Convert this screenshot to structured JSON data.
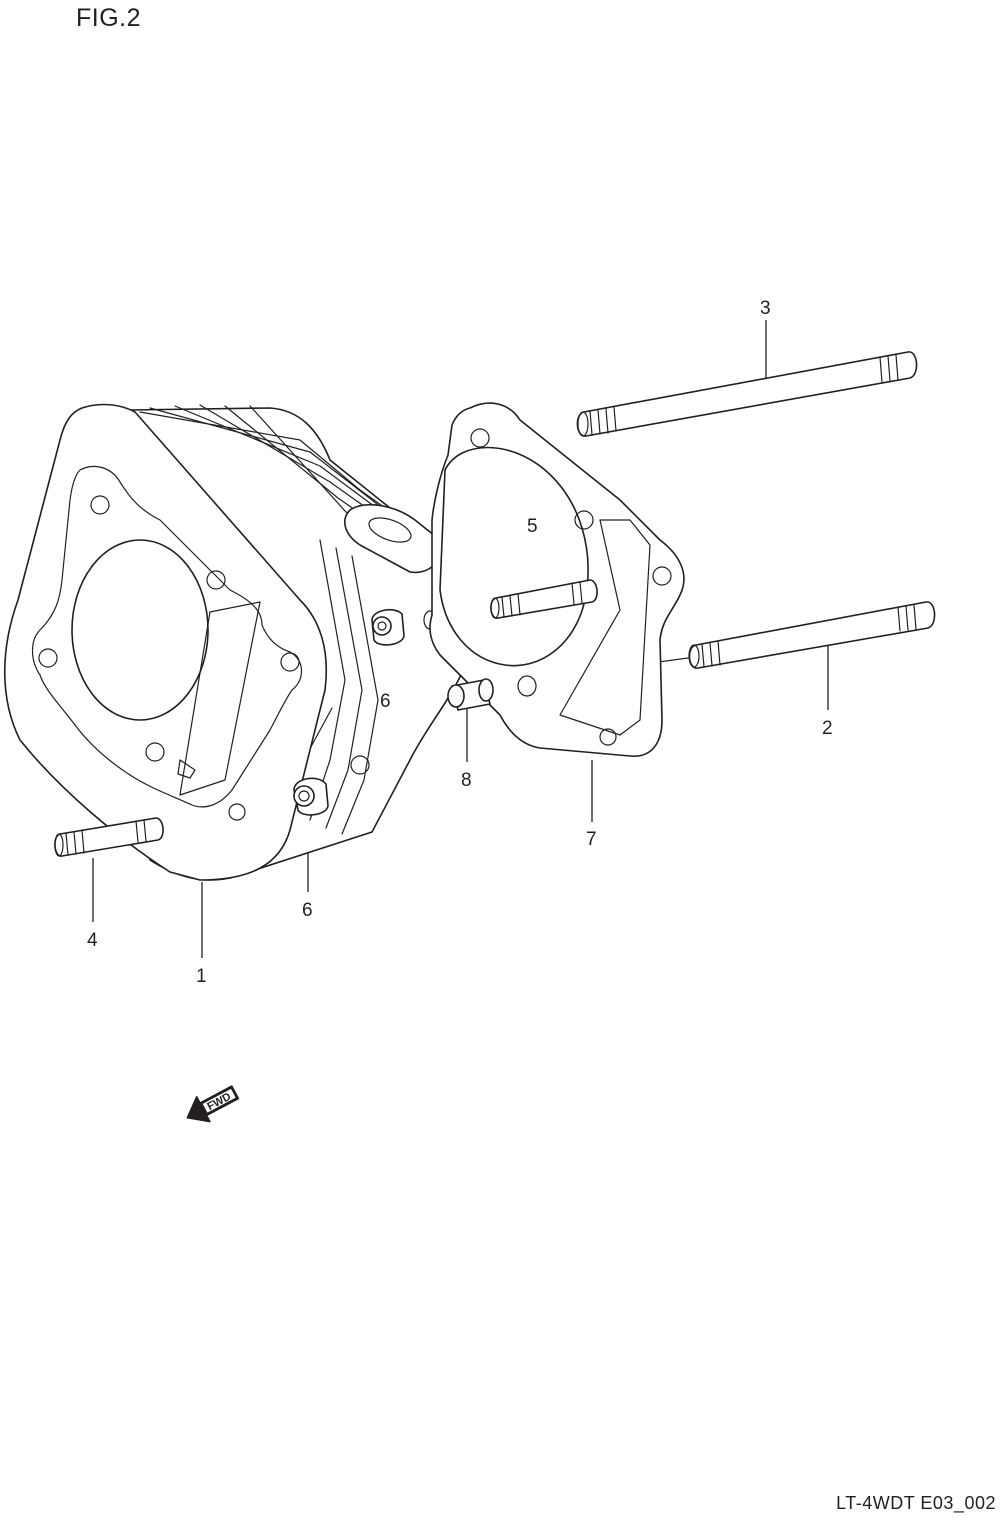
{
  "figure": {
    "title": "FIG.2",
    "code": "LT-4WDT E03_002"
  },
  "callouts": [
    "1",
    "2",
    "3",
    "4",
    "5",
    "6",
    "6",
    "7",
    "8"
  ],
  "fwd_label": "FWD",
  "icons": {
    "direction": "fwd-arrow-icon"
  },
  "colors": {
    "line": "#231f20",
    "background": "#ffffff"
  }
}
